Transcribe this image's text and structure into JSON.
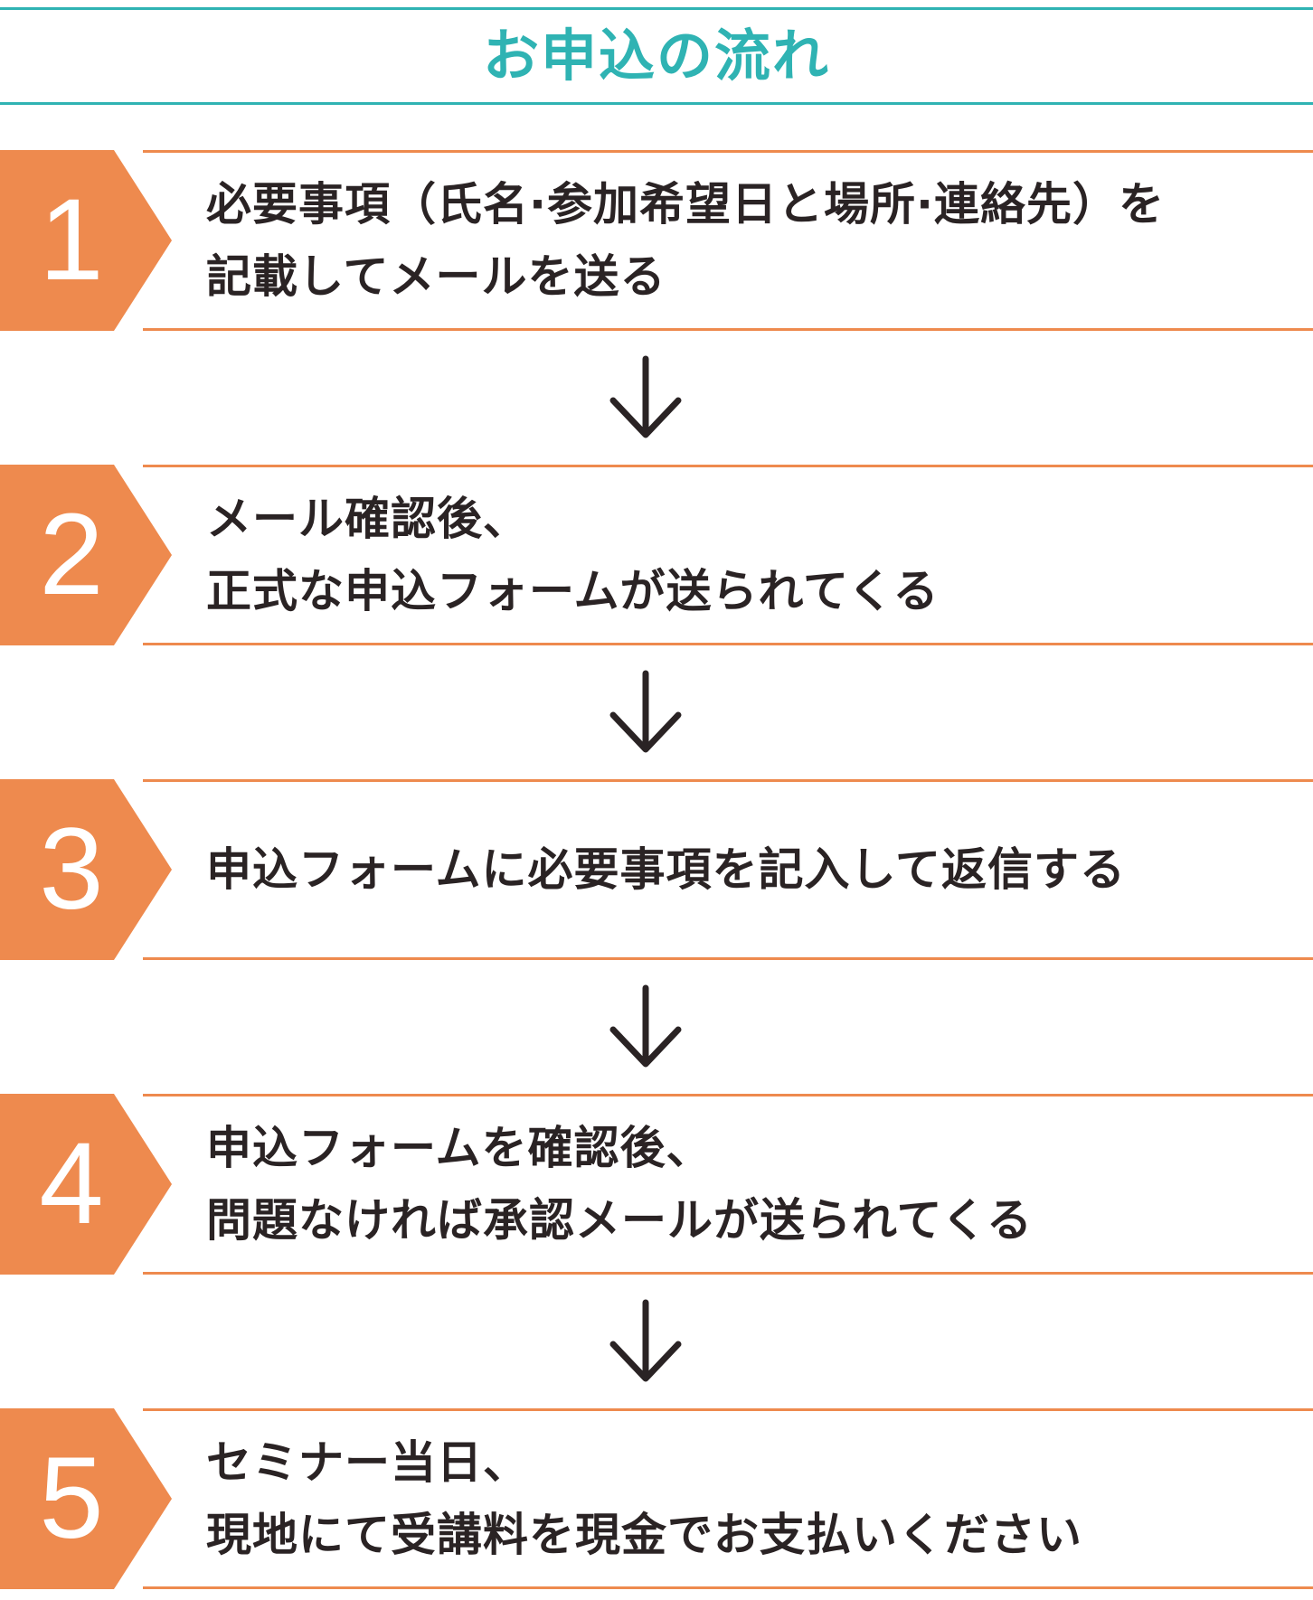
{
  "title": "お申込の流れ",
  "colors": {
    "title": "#2fb3b3",
    "accent": "#ee8a4e",
    "text": "#2a2324"
  },
  "arrow_icon": "down-arrow-icon",
  "steps": [
    {
      "number": "1",
      "line1": "必要事項（氏名·参加希望日と場所·連絡先）を",
      "line2": "記載してメールを送る"
    },
    {
      "number": "2",
      "line1": "メール確認後、",
      "line2": "正式な申込フォームが送られてくる"
    },
    {
      "number": "3",
      "line1": "申込フォームに必要事項を記入して返信する",
      "line2": ""
    },
    {
      "number": "4",
      "line1": "申込フォームを確認後、",
      "line2": "問題なければ承認メールが送られてくる"
    },
    {
      "number": "5",
      "line1": "セミナー当日、",
      "line2": "現地にて受講料を現金でお支払いください"
    }
  ]
}
